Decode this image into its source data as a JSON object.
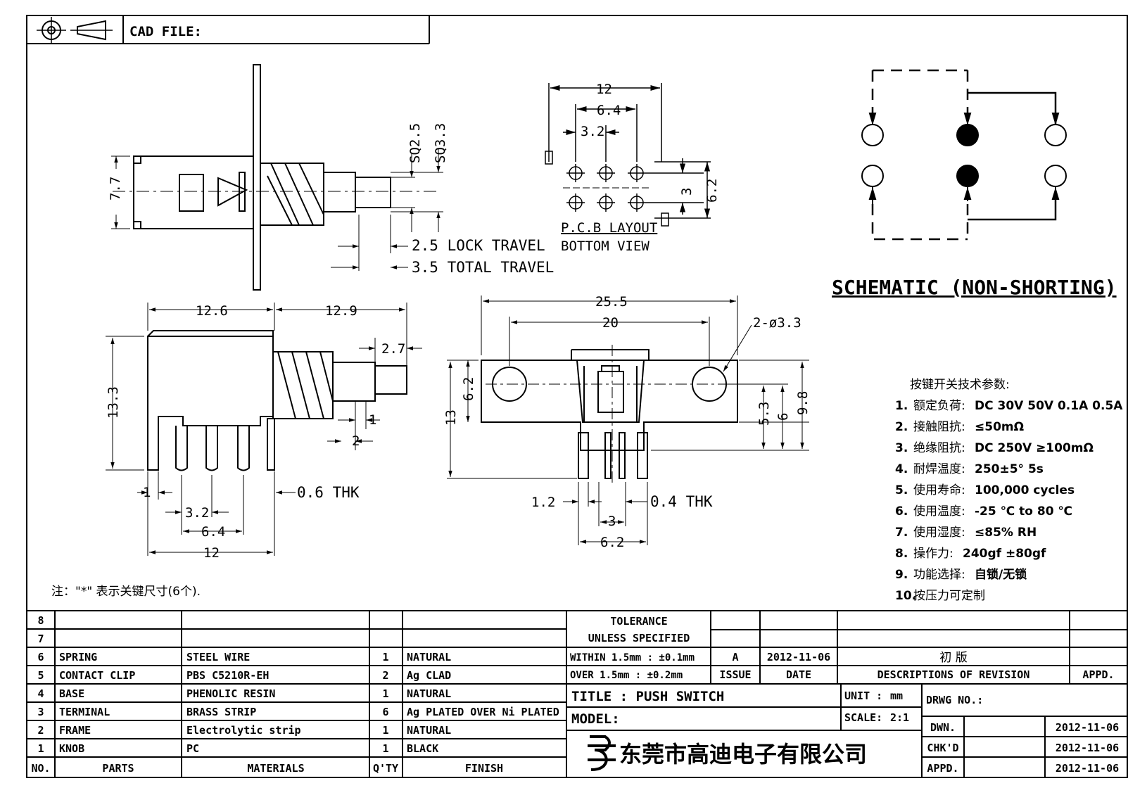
{
  "header": {
    "cad_file_label": "CAD FILE:"
  },
  "side_view": {
    "height_label": "7.7",
    "sq_a": "SQ2.5",
    "sq_b": "SQ3.3",
    "lock_travel": "2.5 LOCK TRAVEL",
    "total_travel": "3.5 TOTAL TRAVEL"
  },
  "pcb_layout": {
    "width_12": "12",
    "width_6_4": "6.4",
    "width_3_2": "3.2",
    "height_3": "3",
    "height_6_2": "6.2",
    "caption_1": "P.C.B LAYOUT",
    "caption_2": "BOTTOM VIEW"
  },
  "schematic": {
    "title": "SCHEMATIC (NON-SHORTING)"
  },
  "front_view": {
    "w1": "12.6",
    "w2": "12.9",
    "w3": "2.7",
    "h": "13.3",
    "d1": "1",
    "d2": "2",
    "d3": "1",
    "p1": "3.2",
    "p2": "6.4",
    "p3": "12",
    "thk": "0.6 THK"
  },
  "top_view": {
    "w1": "25.5",
    "w2": "20",
    "hole": "2-ø3.3",
    "h1": "13",
    "h2": "6.2",
    "h3": "5.3",
    "h4": "6",
    "h5": "9.8",
    "d1": "1.2",
    "thk": "0.4 THK",
    "p1": "3",
    "p2": "6.2"
  },
  "specs": {
    "title": "按键开关技术参数:",
    "items": [
      {
        "num": "1.",
        "label": "额定负荷:",
        "value": "DC 30V 50V    0.1A  0.5A"
      },
      {
        "num": "2.",
        "label": "接触阻抗:",
        "value": "≤50mΩ"
      },
      {
        "num": "3.",
        "label": "绝缘阻抗:",
        "value": "DC 250V  ≥100mΩ"
      },
      {
        "num": "4.",
        "label": "耐焊温度:",
        "value": "250±5°    5s"
      },
      {
        "num": "5.",
        "label": "使用寿命:",
        "value": "100,000 cycles"
      },
      {
        "num": "6.",
        "label": "使用温度:",
        "value": "-25 ℃  to 80 ℃"
      },
      {
        "num": "7.",
        "label": "使用湿度:",
        "value": "≤85% RH"
      },
      {
        "num": "8.",
        "label": "操作力:",
        "value": "240gf  ±80gf"
      },
      {
        "num": "9.",
        "label": "功能选择:",
        "value": "自锁/无锁"
      },
      {
        "num": "10.",
        "label": "按压力可定制",
        "value": ""
      }
    ]
  },
  "note": {
    "text": "注：\"*\"  表示关键尺寸(6个)."
  },
  "bom": {
    "headers": {
      "no": "NO.",
      "parts": "PARTS",
      "materials": "MATERIALS",
      "qty": "Q'TY",
      "finish": "FINISH"
    },
    "rows": [
      {
        "no": "8",
        "parts": "",
        "materials": "",
        "qty": "",
        "finish": ""
      },
      {
        "no": "7",
        "parts": "",
        "materials": "",
        "qty": "",
        "finish": ""
      },
      {
        "no": "6",
        "parts": "SPRING",
        "materials": "STEEL WIRE",
        "qty": "1",
        "finish": "NATURAL"
      },
      {
        "no": "5",
        "parts": "CONTACT CLIP",
        "materials": "PBS C5210R-EH",
        "qty": "2",
        "finish": "Ag CLAD"
      },
      {
        "no": "4",
        "parts": "BASE",
        "materials": "PHENOLIC RESIN",
        "qty": "1",
        "finish": "NATURAL"
      },
      {
        "no": "3",
        "parts": "TERMINAL",
        "materials": "BRASS STRIP",
        "qty": "6",
        "finish": "Ag PLATED OVER Ni PLATED"
      },
      {
        "no": "2",
        "parts": "FRAME",
        "materials": "Electrolytic strip",
        "qty": "1",
        "finish": "NATURAL"
      },
      {
        "no": "1",
        "parts": "KNOB",
        "materials": "PC",
        "qty": "1",
        "finish": "BLACK"
      }
    ]
  },
  "title_block": {
    "tolerance_1": "TOLERANCE",
    "tolerance_2": "UNLESS  SPECIFIED",
    "within": "WITHIN 1.5mm : ±0.1mm",
    "over": "OVER 1.5mm : ±0.2mm",
    "issue_val": "A",
    "date_val": "2012-11-06",
    "rev_desc": "初  版",
    "issue": "ISSUE",
    "date": "DATE",
    "descriptions": "DESCRIPTIONS  OF  REVISION",
    "appd": "APPD.",
    "title": "TITLE :  PUSH SWITCH",
    "unit_label": "UNIT :",
    "unit_val": "mm",
    "drwg": "DRWG NO.:",
    "model": "MODEL:",
    "scale_label": "SCALE:",
    "scale_val": "2:1",
    "company": "东莞市高迪电子有限公司",
    "dwn": "DWN.",
    "chkd": "CHK'D",
    "appd2": "APPD.",
    "dwn_date": "2012-11-06",
    "chkd_date": "2012-11-06",
    "appd_date": "2012-11-06"
  }
}
